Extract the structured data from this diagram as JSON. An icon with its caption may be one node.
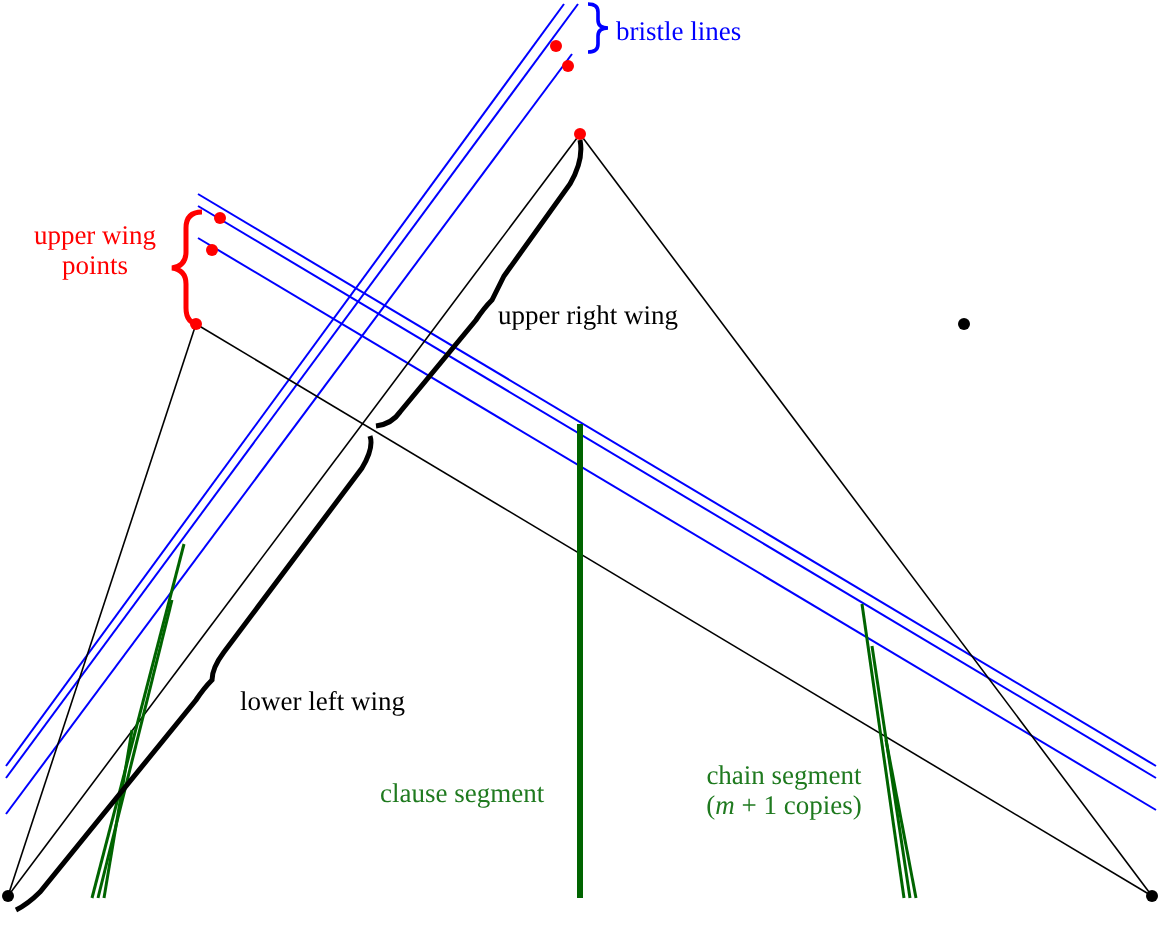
{
  "diagram": {
    "labels": [
      "bristle lines",
      "upper wing points",
      "upper right wing",
      "lower left wing",
      "clause segment",
      "chain segment (*m* + 1 copies)"
    ]
  }
}
